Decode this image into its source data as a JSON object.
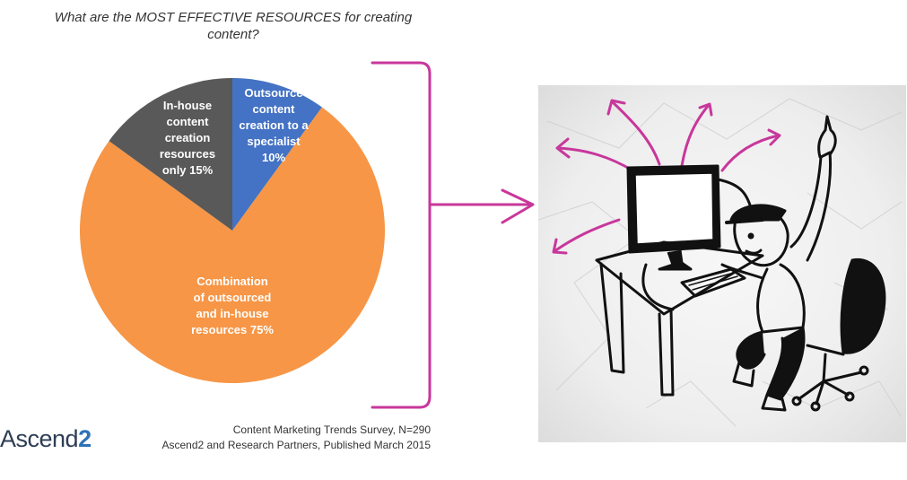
{
  "chart_data": {
    "type": "pie",
    "title": "What are the MOST EFFECTIVE RESOURCES for creating content?",
    "slices": [
      {
        "label": [
          "Outsource",
          "content",
          "creation to a",
          "specialist",
          "10%"
        ],
        "value": 10,
        "color": "#4472c4"
      },
      {
        "label": [
          "Combination",
          "of outsourced",
          "and in-house",
          "resources 75%"
        ],
        "value": 75,
        "color": "#f79646"
      },
      {
        "label": [
          "In-house",
          "content",
          "creation",
          "resources",
          "only 15%"
        ],
        "value": 15,
        "color": "#595959"
      }
    ]
  },
  "logo": {
    "text": "Ascend",
    "digit": "2"
  },
  "source": {
    "line1": "Content Marketing Trends Survey, N=290",
    "line2": "Ascend2 and Research Partners, Published March 2015"
  },
  "colors": {
    "accent": "#c8379b",
    "ink": "#111111"
  },
  "illustration": {
    "icon": "person-at-computer-idea-illustration"
  }
}
